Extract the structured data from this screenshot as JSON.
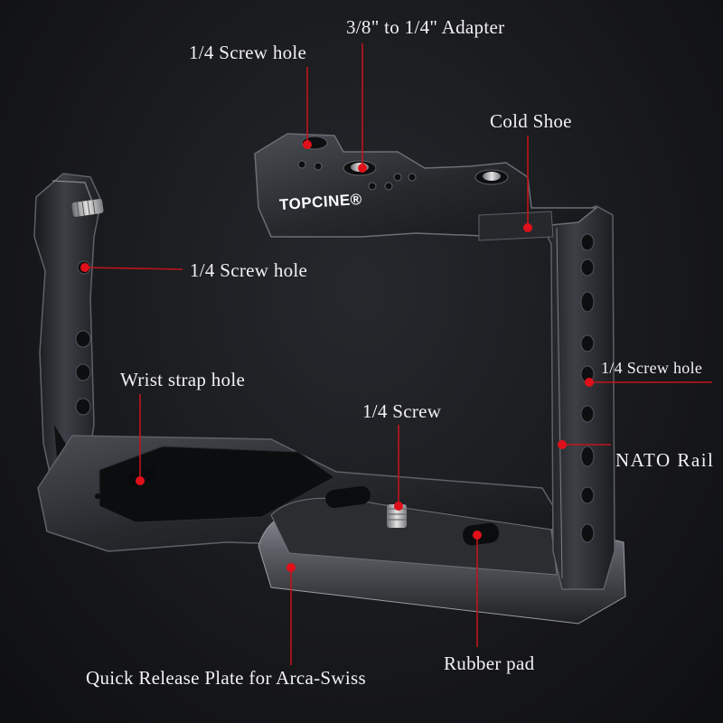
{
  "brand": "TOPCINE®",
  "colors": {
    "background": "#1a1b1e",
    "metal_dark": "#1c1d20",
    "metal_mid": "#3a3c41",
    "metal_edge": "#6b6e75",
    "callout_line": "#c0141c",
    "callout_dot": "#e0101a",
    "label_text": "#f2f2f2"
  },
  "callouts": {
    "adapter": "3/8\" to 1/4\" Adapter",
    "top_screw_hole": "1/4 Screw hole",
    "cold_shoe": "Cold Shoe",
    "side_screw_hole": "1/4 Screw hole",
    "right_screw_hole": "1/4 Screw hole",
    "wrist_strap": "Wrist strap hole",
    "screw": "1/4 Screw",
    "nato_rail": "NATO Rail",
    "rubber_pad": "Rubber pad",
    "quick_release": "Quick Release Plate for Arca-Swiss"
  }
}
